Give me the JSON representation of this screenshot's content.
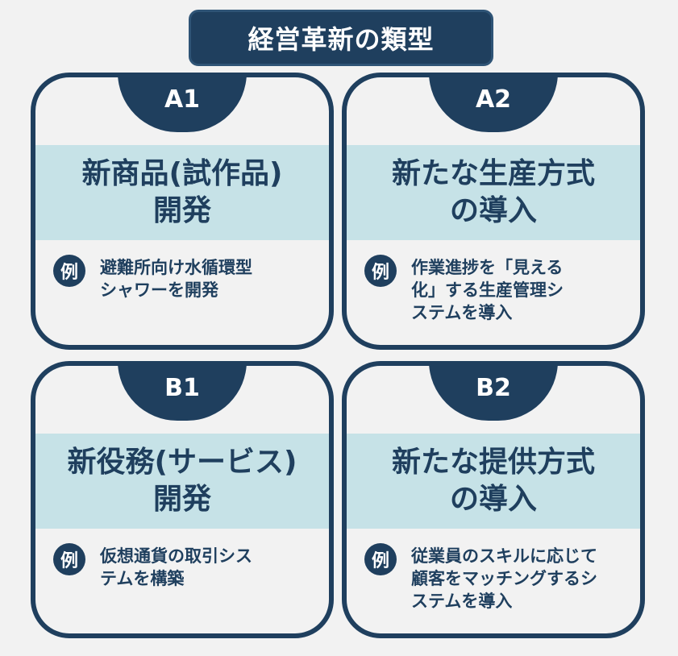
{
  "title": "経営革新の類型",
  "example_label": "例",
  "cards": [
    {
      "badge": "A1",
      "heading": [
        "新商品(試作品)",
        "開発"
      ],
      "example": [
        "避難所向け水循環型",
        "シャワーを開発"
      ]
    },
    {
      "badge": "A2",
      "heading": [
        "新たな生産方式",
        "の導入"
      ],
      "example": [
        "作業進捗を「見える",
        "化」する生産管理シ",
        "ステムを導入"
      ]
    },
    {
      "badge": "B1",
      "heading": [
        "新役務(サービス)",
        "開発"
      ],
      "example": [
        "仮想通貨の取引シス",
        "テムを構築"
      ]
    },
    {
      "badge": "B2",
      "heading": [
        "新たな提供方式",
        "の導入"
      ],
      "example": [
        "従業員のスキルに応じて",
        "顧客をマッチングするシ",
        "ステムを導入"
      ]
    }
  ]
}
